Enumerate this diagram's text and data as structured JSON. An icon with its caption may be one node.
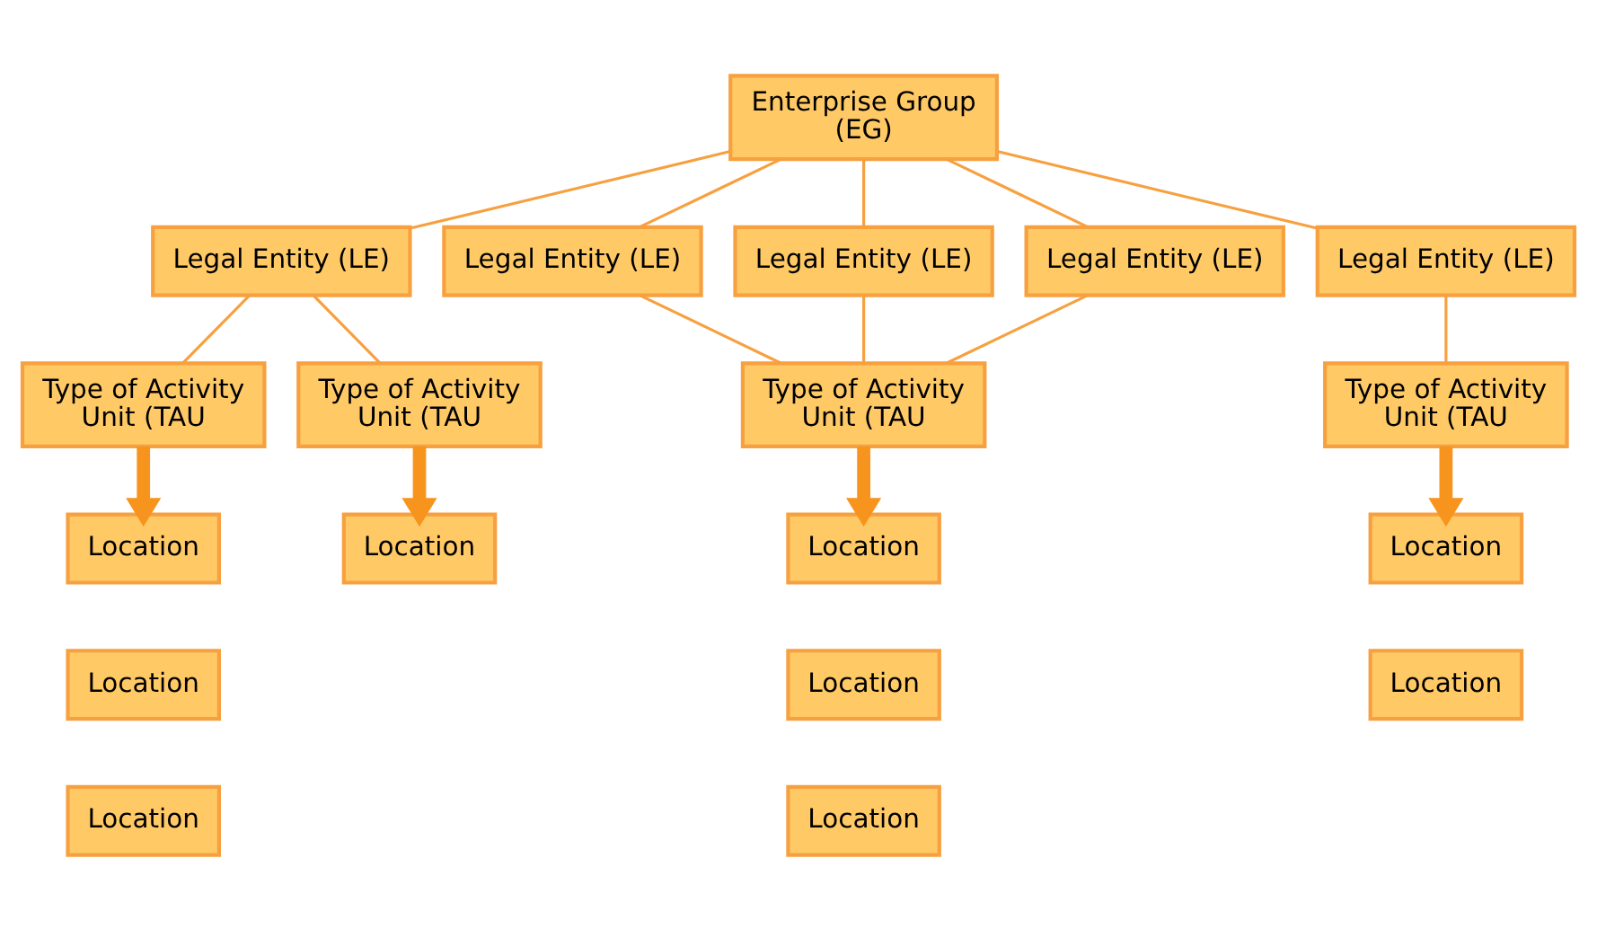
{
  "diagram": {
    "nodes": [
      {
        "text": [
          "Enterprise Group (EG)"
        ]
      },
      {
        "text": [
          "Legal Entity (LE)"
        ]
      },
      {
        "text": [
          "Legal Entity (LE)"
        ]
      },
      {
        "text": [
          "Legal Entity (LE)"
        ]
      },
      {
        "text": [
          "Legal Entity (LE)"
        ]
      },
      {
        "text": [
          "Legal Entity (LE)"
        ]
      },
      {
        "text": [
          "Type of Activity Unit (TAU"
        ]
      },
      {
        "text": [
          "Type of Activity Unit (TAU"
        ]
      },
      {
        "text": [
          "Type of Activity Unit (TAU"
        ]
      },
      {
        "text": [
          "Type of Activity Unit (TAU"
        ]
      },
      {
        "text": [
          "Location"
        ]
      },
      {
        "text": [
          "Location"
        ]
      },
      {
        "text": [
          "Location"
        ]
      },
      {
        "text": [
          "Location"
        ]
      },
      {
        "text": [
          "Location"
        ]
      },
      {
        "text": [
          "Location"
        ]
      },
      {
        "text": [
          "Location"
        ]
      },
      {
        "text": [
          "Location"
        ]
      },
      {
        "text": [
          "Location"
        ]
      }
    ],
    "edges": [
      {
        "from": 0,
        "to": 1,
        "arrow": "none"
      },
      {
        "from": 0,
        "to": 2,
        "arrow": "none"
      },
      {
        "from": 0,
        "to": 3,
        "arrow": "none"
      },
      {
        "from": 0,
        "to": 4,
        "arrow": "none"
      },
      {
        "from": 0,
        "to": 5,
        "arrow": "none"
      },
      {
        "from": 1,
        "to": 6,
        "arrow": "none"
      },
      {
        "from": 1,
        "to": 7,
        "arrow": "none"
      },
      {
        "from": 2,
        "to": 8,
        "arrow": "none"
      },
      {
        "from": 3,
        "to": 8,
        "arrow": "none"
      },
      {
        "from": 4,
        "to": 8,
        "arrow": "none"
      },
      {
        "from": 5,
        "to": 9,
        "arrow": "none"
      },
      {
        "from": 6,
        "to": 10,
        "arrow": "to",
        "style": "thick"
      },
      {
        "from": 7,
        "to": 13,
        "arrow": "to",
        "style": "thick"
      },
      {
        "from": 8,
        "to": 14,
        "arrow": "to",
        "style": "thick"
      },
      {
        "from": 9,
        "to": 17,
        "arrow": "to",
        "style": "thick"
      }
    ]
  }
}
